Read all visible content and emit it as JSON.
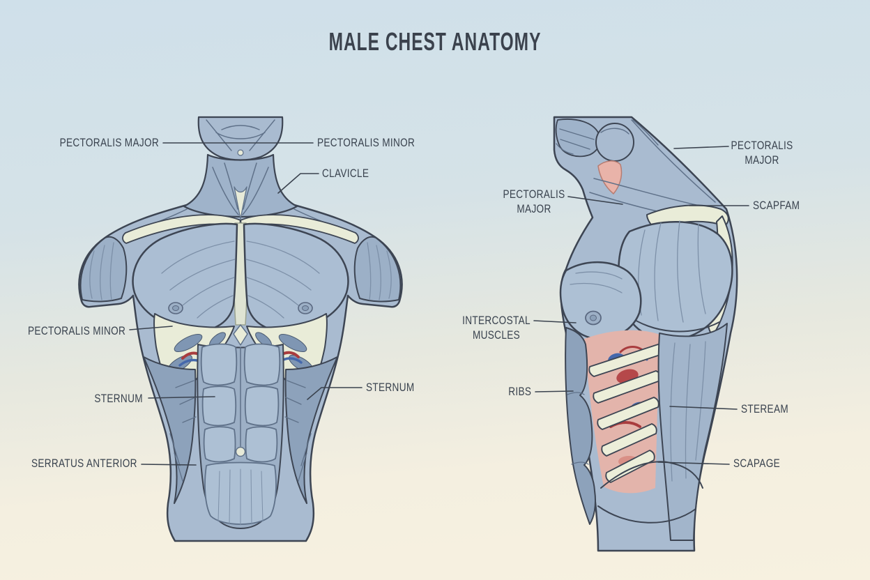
{
  "title": "MALE CHEST ANATOMY",
  "colors": {
    "background_top": "#cfe0ea",
    "background_bottom": "#f6f0df",
    "label_text": "#39424e",
    "outline": "#3d4553",
    "muscle": "#a9bbd0",
    "muscle_light": "#adc0d4",
    "muscle_shadow": "#8da2bb",
    "bone": "#e9ecd8",
    "accent_red": "#b5484a",
    "accent_blue": "#4568ab",
    "accent_pink": "#e9b3a9"
  },
  "front_view": {
    "name": "front torso illustration",
    "labels": [
      {
        "text": "PECTORALIS MAJOR"
      },
      {
        "text": "PECTORALIS MINOR"
      },
      {
        "text": "CLAVICLE"
      },
      {
        "text": "PECTORALIS MINOR"
      },
      {
        "text": "STERNUM"
      },
      {
        "text": "STERNUM"
      },
      {
        "text": "SERRATUS ANTERIOR"
      }
    ]
  },
  "side_view": {
    "name": "side torso illustration",
    "labels": [
      {
        "text": "PECTORALIS",
        "text2": "MAJOR"
      },
      {
        "text": "PECTORALIS",
        "text2": "MAJOR"
      },
      {
        "text": "SCAPFAM"
      },
      {
        "text": "INTERCOSTAL",
        "text2": "MUSCLES"
      },
      {
        "text": "RIBS"
      },
      {
        "text": "STEREAM"
      },
      {
        "text": "SCAPAGE"
      }
    ]
  }
}
